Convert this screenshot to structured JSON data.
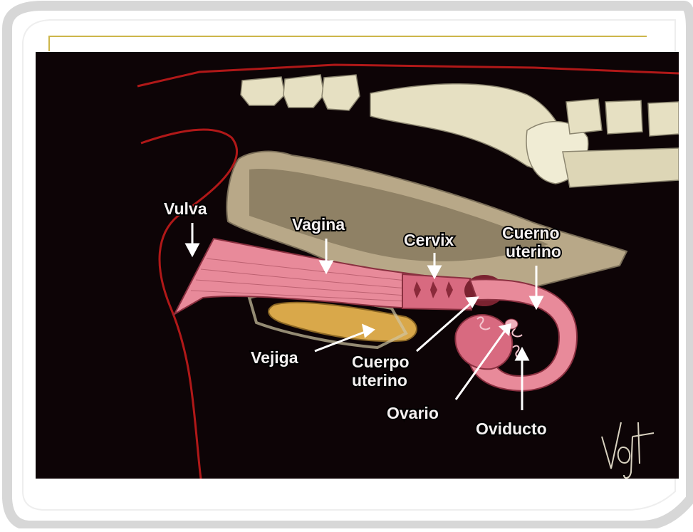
{
  "labels": {
    "vulva": "Vulva",
    "vagina": "Vagina",
    "cervix": "Cervix",
    "cuerno_uterino_1": "Cuerno",
    "cuerno_uterino_2": "uterino",
    "vejiga": "Vejiga",
    "cuerpo_uterino_1": "Cuerpo",
    "cuerpo_uterino_2": "uterino",
    "ovario": "Ovario",
    "oviducto": "Oviducto"
  },
  "colors": {
    "background": "#0d0406",
    "outline": "#b01818",
    "bone": "#e6e0c2",
    "rectum": "#b8a888",
    "reproductive_tract": "#e88a9a",
    "bladder": "#d9a84a",
    "frame_accent": "#cdb64a"
  }
}
